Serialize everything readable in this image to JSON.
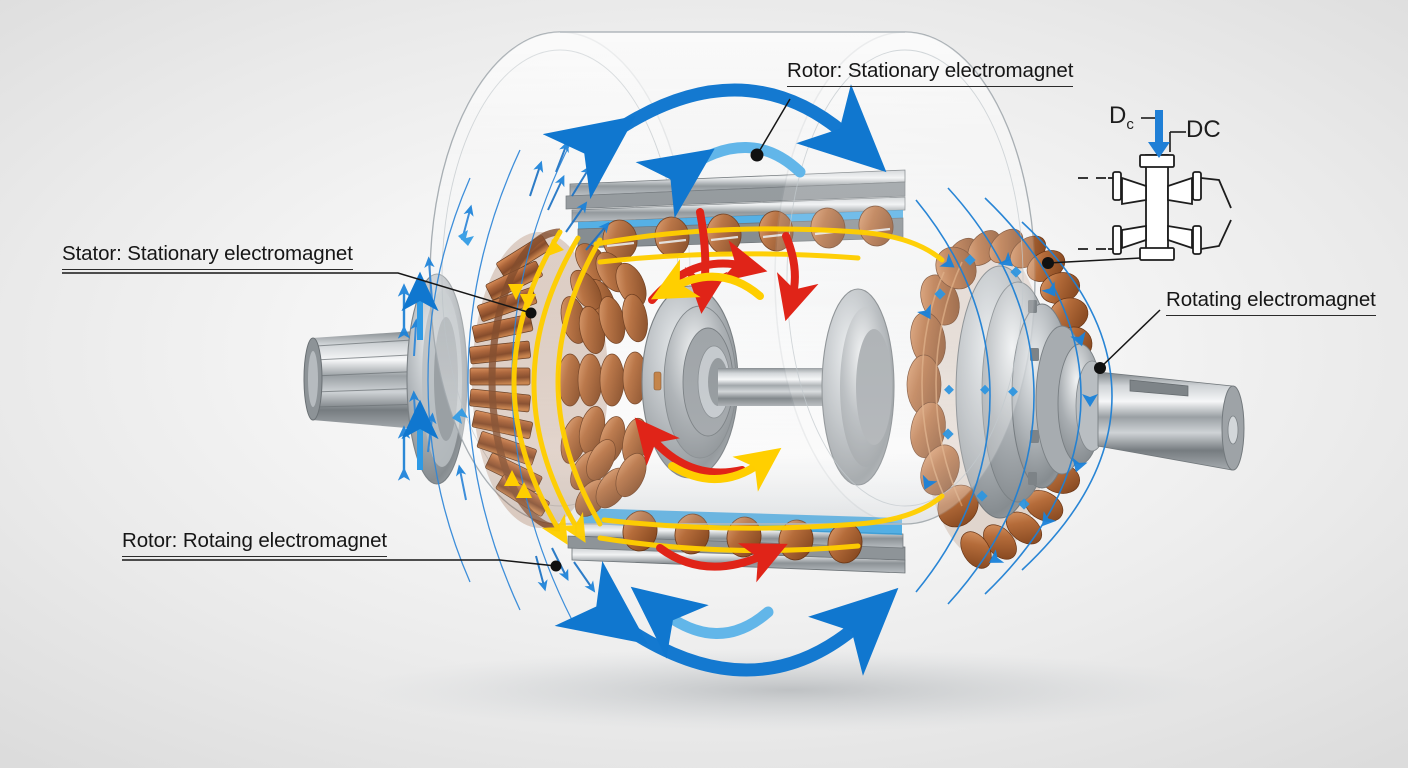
{
  "diagram": {
    "title": "Electric motor cutaway diagram",
    "background_color": "#ededed"
  },
  "labels": {
    "rotor_stationary": "Rotor: Stationary electromagnet",
    "stator_stationary": "Stator: Stationary electromagnet",
    "rotor_rotating": "Rotor: Rotaing electromagnet",
    "rotating_electromagnet": "Rotating electromagnet"
  },
  "inset": {
    "name": "commutator-brush-schematic",
    "label_left": "D",
    "label_left_sub": "c",
    "label_right": "DC",
    "arrow_color": "#1f7fd6"
  },
  "colors": {
    "field_blue": "#1a7fd4",
    "field_blue_light": "#5fb4e8",
    "torque_red": "#e02418",
    "current_yellow": "#ffd000",
    "leader_black": "#161616",
    "copper": "#b4663a",
    "steel": "#9a9ea2"
  },
  "parts": {
    "left_shaft": "splined-output-shaft",
    "right_shaft": "keyed-output-shaft",
    "housing": "transparent-housing",
    "stator_core": "stator-laminated-core",
    "stator_windings": "stator-copper-windings",
    "rotor_windings": "rotor-copper-windings",
    "bearing": "shaft-bearing",
    "rotor_bars": "rotor-conductor-bars"
  },
  "annotations": {
    "arc_top_large": "rotation-arc-top-dark",
    "arc_top_small": "rotation-arc-top-light",
    "arc_bottom_large": "rotation-arc-bottom-dark",
    "arc_bottom_small": "rotation-arc-bottom-light",
    "red_arrows": "torque-direction-arrows",
    "yellow_arrows": "current-flow-arrows",
    "blue_field_lines": "magnetic-field-lines"
  }
}
